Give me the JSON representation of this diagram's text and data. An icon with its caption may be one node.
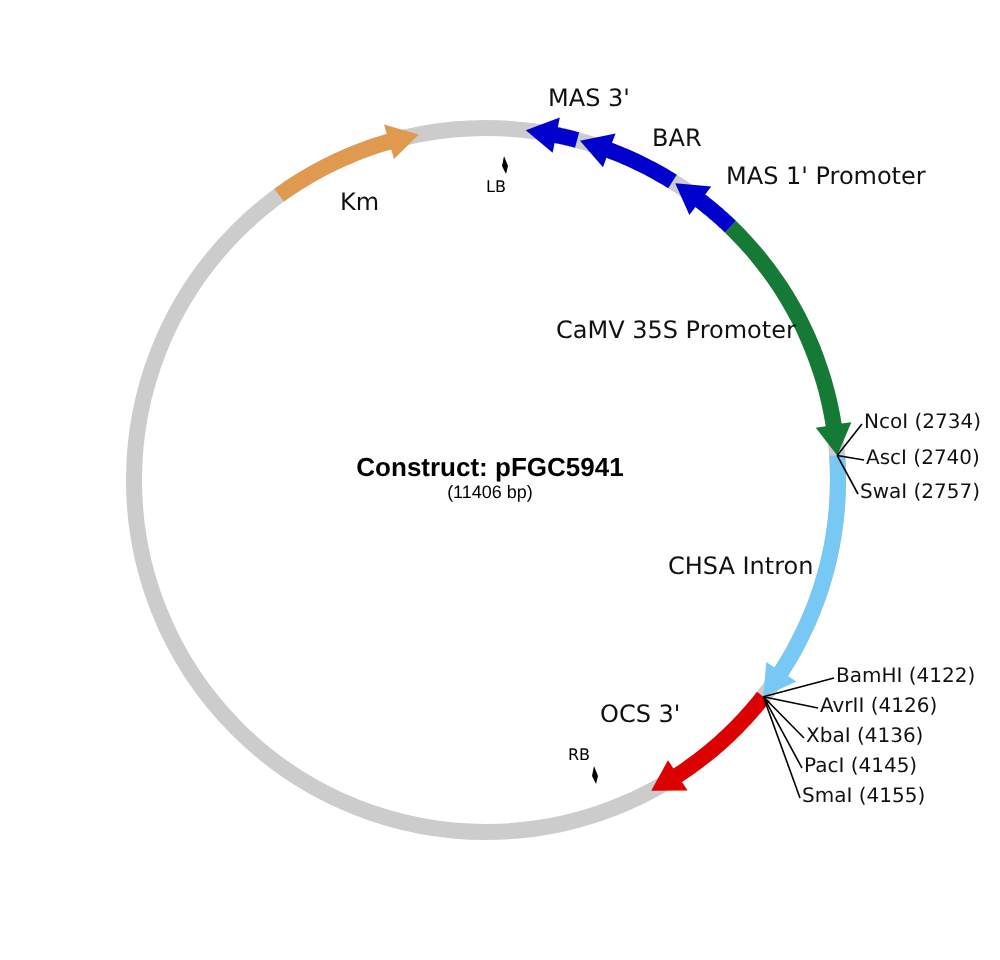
{
  "diagram": {
    "title": "Construct: pFGC5941",
    "caption": "(11406 bp)",
    "nodes": [
      {
        "text": [],
        "shape": "arrow",
        "beside": [
          "Km"
        ]
      },
      {
        "text": [],
        "shape": "arrow",
        "beside": [
          "MAS 3'"
        ]
      },
      {
        "text": [],
        "shape": "arrow",
        "beside": [
          "BAR"
        ]
      },
      {
        "text": [],
        "shape": "arrow",
        "beside": [
          "MAS 1' Promoter"
        ]
      },
      {
        "text": [],
        "shape": "arrow",
        "beside": [
          "CaMV 35S Promoter"
        ]
      },
      {
        "text": [],
        "shape": "arrow",
        "beside": [
          "CHSA Intron"
        ]
      },
      {
        "text": [],
        "shape": "arrow",
        "beside": [
          "OCS 3'"
        ]
      },
      {
        "text": [
          "NcoI (2734)"
        ]
      },
      {
        "text": [
          "AscI (2740)"
        ]
      },
      {
        "text": [
          "SwaI (2757)"
        ]
      },
      {
        "text": [
          "BamHI (4122)"
        ]
      },
      {
        "text": [
          "AvrII (4126)"
        ]
      },
      {
        "text": [
          "XbaI (4136)"
        ]
      },
      {
        "text": [
          "PacI (4145)"
        ]
      },
      {
        "text": [
          "SmaI (4155)"
        ]
      }
    ],
    "edges": [
      {
        "from": 7,
        "to": 5,
        "arrow": "none"
      },
      {
        "from": 8,
        "to": 5,
        "arrow": "none"
      },
      {
        "from": 9,
        "to": 5,
        "arrow": "none"
      },
      {
        "from": 10,
        "to": 6,
        "arrow": "none"
      },
      {
        "from": 11,
        "to": 6,
        "arrow": "none"
      },
      {
        "from": 12,
        "to": 6,
        "arrow": "none"
      },
      {
        "from": 13,
        "to": 6,
        "arrow": "none"
      },
      {
        "from": 14,
        "to": 6,
        "arrow": "none"
      }
    ],
    "labels": [
      "LB",
      "RB"
    ]
  }
}
